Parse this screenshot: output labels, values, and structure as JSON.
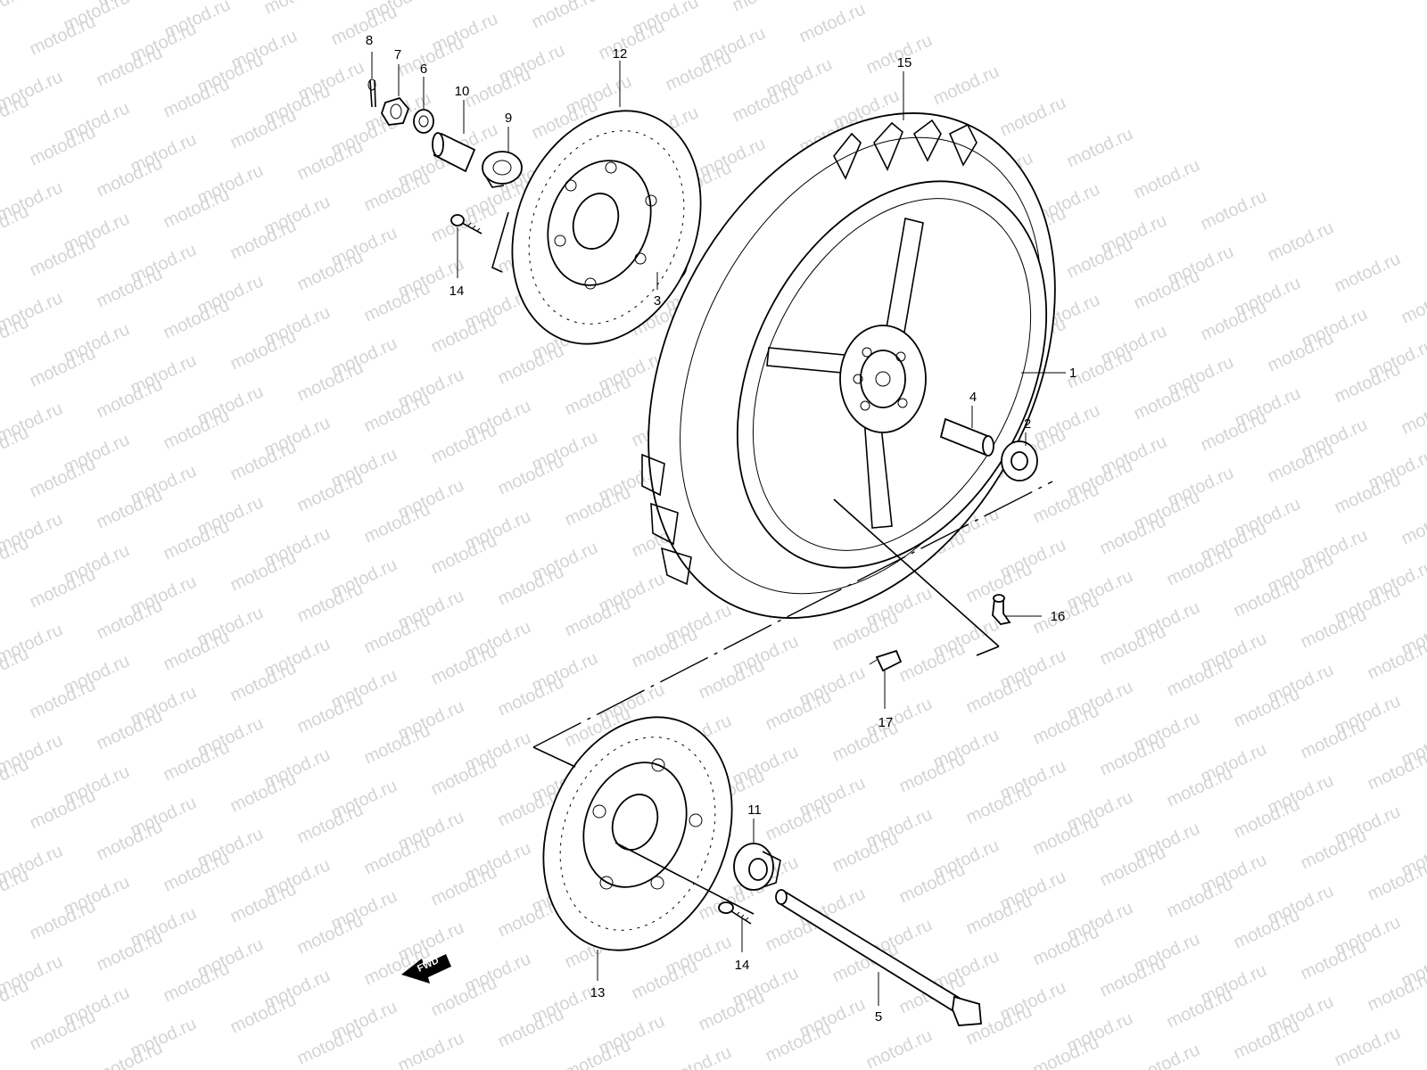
{
  "watermark": {
    "text": "motod.ru"
  },
  "fwd_arrow": {
    "text": "FWD"
  },
  "callouts": [
    {
      "id": "8",
      "label": "8"
    },
    {
      "id": "7",
      "label": "7"
    },
    {
      "id": "6",
      "label": "6"
    },
    {
      "id": "10",
      "label": "10"
    },
    {
      "id": "9",
      "label": "9"
    },
    {
      "id": "12",
      "label": "12"
    },
    {
      "id": "15",
      "label": "15"
    },
    {
      "id": "14a",
      "label": "14"
    },
    {
      "id": "3",
      "label": "3"
    },
    {
      "id": "1",
      "label": "1"
    },
    {
      "id": "4",
      "label": "4"
    },
    {
      "id": "2",
      "label": "2"
    },
    {
      "id": "16",
      "label": "16"
    },
    {
      "id": "17",
      "label": "17"
    },
    {
      "id": "11",
      "label": "11"
    },
    {
      "id": "14b",
      "label": "14"
    },
    {
      "id": "13",
      "label": "13"
    },
    {
      "id": "5",
      "label": "5"
    }
  ]
}
